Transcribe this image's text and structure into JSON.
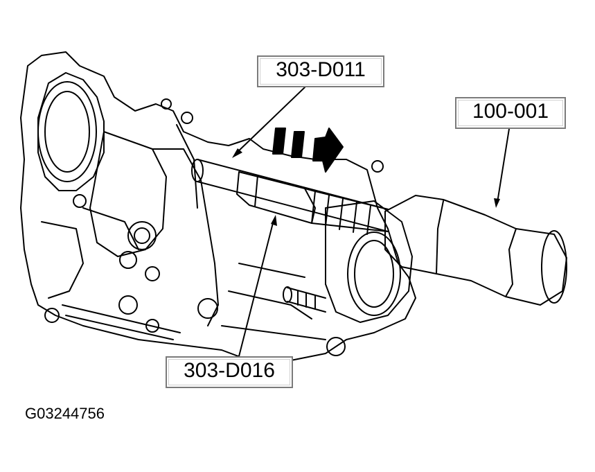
{
  "callouts": {
    "tool_303_D011": "303-D011",
    "tool_100_001": "100-001",
    "tool_303_D016": "303-D016"
  },
  "figure_id": "G03244756"
}
